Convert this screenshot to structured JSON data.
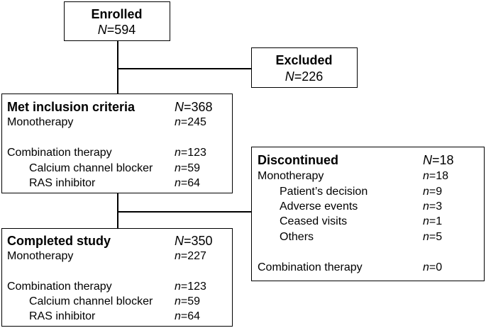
{
  "enrolled": {
    "title": "Enrolled",
    "n_sym": "N",
    "n_val": "=594"
  },
  "excluded": {
    "title": "Excluded",
    "n_sym": "N",
    "n_val": "=226"
  },
  "met": {
    "title": "Met inclusion criteria",
    "n_sym": "N",
    "n_val": "=368",
    "rows": [
      {
        "label": "Monotherapy",
        "sym": "n",
        "val": "=245"
      },
      {
        "label": "Combination therapy",
        "sym": "n",
        "val": "=123"
      },
      {
        "label": "Calcium channel blocker",
        "sym": "n",
        "val": "=59"
      },
      {
        "label": "RAS inhibitor",
        "sym": "n",
        "val": "=64"
      }
    ]
  },
  "completed": {
    "title": "Completed study",
    "n_sym": "N",
    "n_val": "=350",
    "rows": [
      {
        "label": "Monotherapy",
        "sym": "n",
        "val": "=227"
      },
      {
        "label": "Combination therapy",
        "sym": "n",
        "val": "=123"
      },
      {
        "label": "Calcium channel blocker",
        "sym": "n",
        "val": "=59"
      },
      {
        "label": "RAS inhibitor",
        "sym": "n",
        "val": "=64"
      }
    ]
  },
  "discontinued": {
    "title": "Discontinued",
    "n_sym": "N",
    "n_val": "=18",
    "rows": [
      {
        "label": "Monotherapy",
        "sym": "n",
        "val": "=18"
      },
      {
        "label": "Patient’s decision",
        "sym": "n",
        "val": "=9"
      },
      {
        "label": "Adverse events",
        "sym": "n",
        "val": "=3"
      },
      {
        "label": "Ceased visits",
        "sym": "n",
        "val": "=1"
      },
      {
        "label": "Others",
        "sym": "n",
        "val": "=5"
      },
      {
        "label": "Combination therapy",
        "sym": "n",
        "val": "=0"
      }
    ]
  }
}
